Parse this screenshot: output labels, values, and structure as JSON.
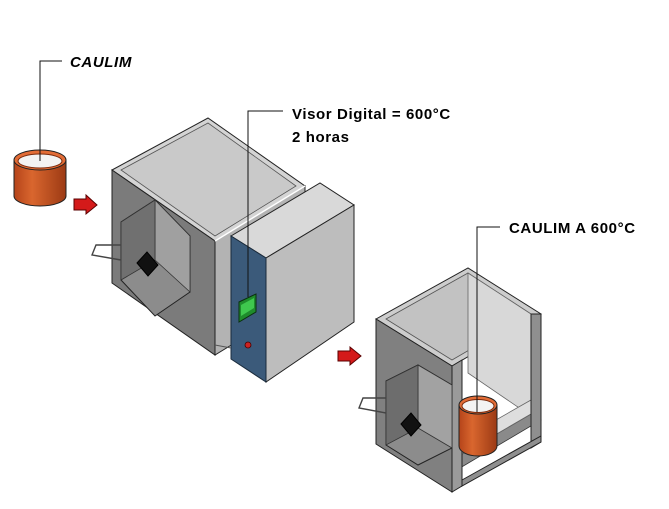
{
  "labels": {
    "input_material": "CAULIM",
    "display_line1": "Visor Digital = 600°C",
    "display_line2": "2 horas",
    "output_material": "CAULIM A 600°C"
  },
  "icons": {
    "crucible": "clay-crucible-icon",
    "arrow": "red-flow-arrow-icon",
    "furnace": "muffle-furnace-icon",
    "display": "digital-display-icon",
    "chamber": "open-cooling-chamber-icon"
  },
  "colors": {
    "crucible": "#c8501e",
    "arrow": "#d41a1a",
    "furnace_panel": "#3b5a7a",
    "display": "#22aa33",
    "indicator": "#cc2222",
    "body_light": "#cfcfcf",
    "body_mid": "#a8a8a8",
    "body_dark": "#5a5a5a"
  }
}
